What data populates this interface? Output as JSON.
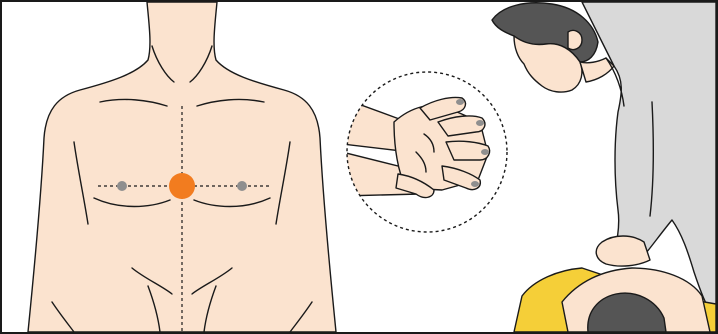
{
  "illustration": {
    "panels": [
      {
        "id": "torso",
        "icon": "torso-front-icon"
      },
      {
        "id": "hand-detail",
        "icon": "interlocked-hands-icon"
      },
      {
        "id": "rescuer",
        "icon": "cpr-rescuer-icon"
      }
    ],
    "markers": [
      {
        "role": "compression-point",
        "color": "#f27c1f"
      },
      {
        "role": "nipple-left",
        "color": "#8f8f8f"
      },
      {
        "role": "nipple-right",
        "color": "#8f8f8f"
      }
    ],
    "colors": {
      "skin": "#fbe3cf",
      "shirt": "#d9d9d9",
      "hair": "#555555",
      "patient_shirt": "#f5cf38",
      "outline": "#1a1a1a",
      "guide_lines": "#1a1a1a"
    }
  }
}
